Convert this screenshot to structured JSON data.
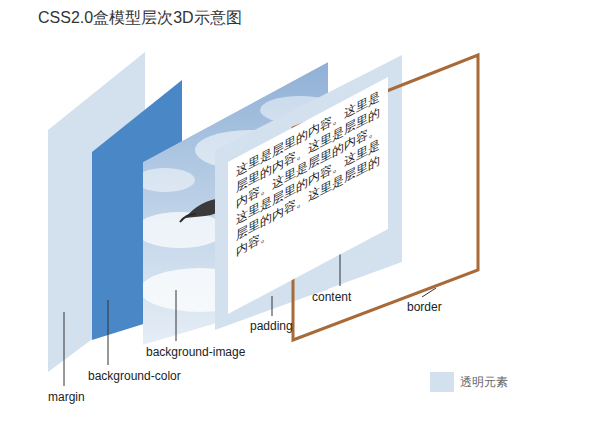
{
  "diagram": {
    "title": "CSS2.0盒模型层次3D示意图",
    "nodes": [
      {
        "text": [
          "这里是层里的内容。这里是层里的内容。这里是层里的内容。这里是层里的内容。这里是层里的内容。这里是层里的内容。这里是层里的内容。"
        ]
      }
    ],
    "labels": [
      "margin",
      "background-color",
      "background-image",
      "padding",
      "content",
      "border"
    ],
    "legend": [
      {
        "text": "透明元素",
        "color": "#d3e0ee"
      }
    ]
  }
}
